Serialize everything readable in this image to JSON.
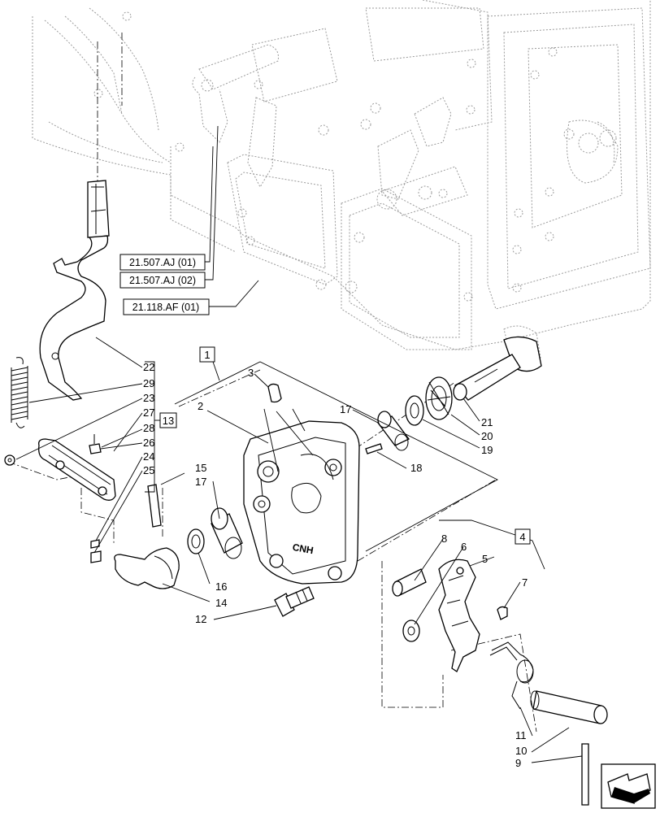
{
  "references": {
    "ref_1": "21.507.AJ (01)",
    "ref_2": "21.507.AJ (02)",
    "ref_3": "21.118.AF (01)"
  },
  "group_labels": {
    "group_1": "1",
    "group_13": "13",
    "group_4": "4"
  },
  "callouts": {
    "c22": "22",
    "c29": "29",
    "c23": "23",
    "c27": "27",
    "c28": "28",
    "c26": "26",
    "c24": "24",
    "c25": "25",
    "c2": "2",
    "c3": "3",
    "c15": "15",
    "c17a": "17",
    "c17b": "17",
    "c16": "16",
    "c14": "14",
    "c12": "12",
    "c18": "18",
    "c21": "21",
    "c20": "20",
    "c19": "19",
    "c8": "8",
    "c6": "6",
    "c5": "5",
    "c7": "7",
    "c11": "11",
    "c10": "10",
    "c9": "9"
  },
  "cover_lettering": "CNH",
  "icons": {
    "nav": "next-page-arrow-icon"
  }
}
